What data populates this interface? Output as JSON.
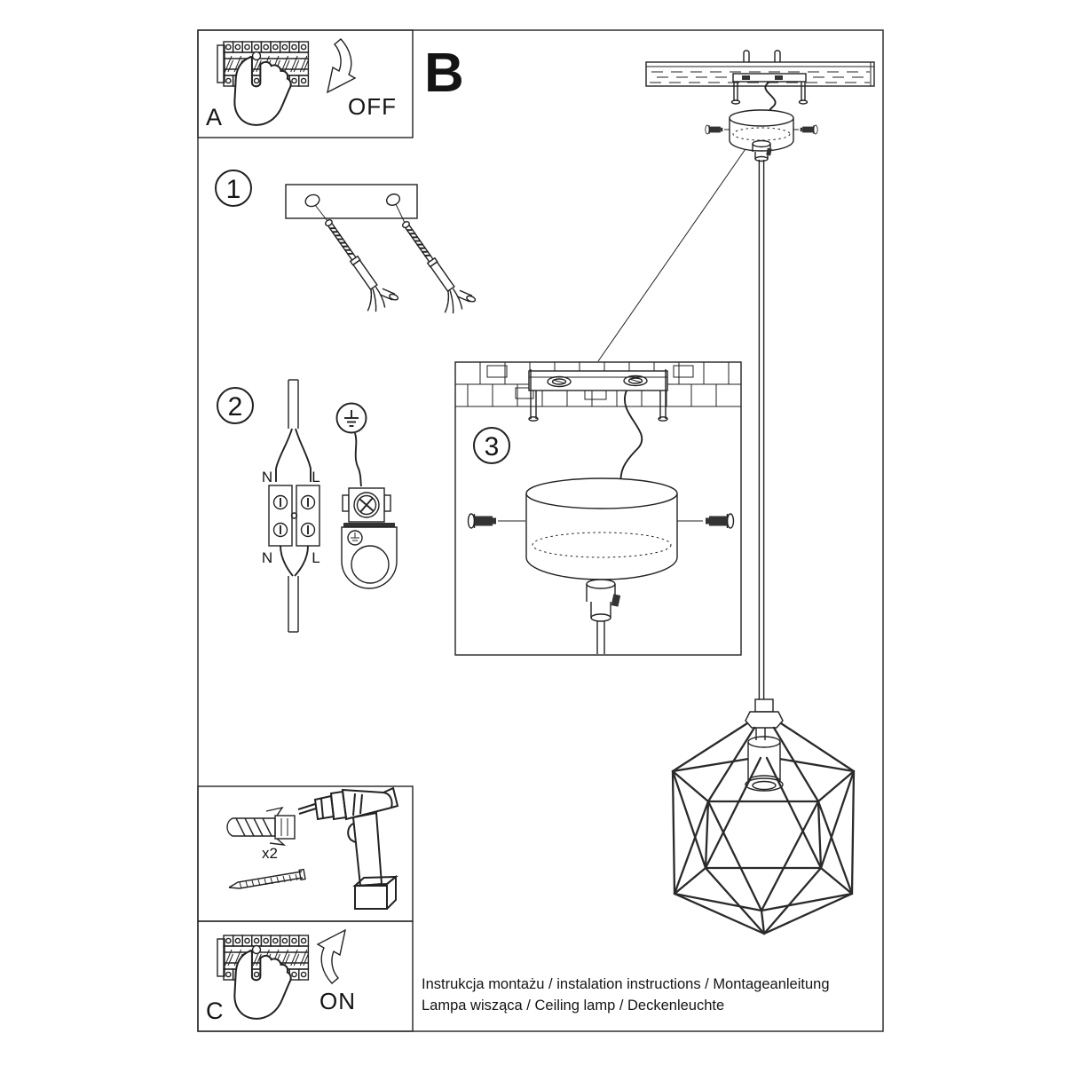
{
  "style": {
    "ink": "#222222",
    "paper": "#ffffff"
  },
  "panel_a": {
    "label": "A",
    "state": "OFF"
  },
  "panel_b": {
    "label": "B"
  },
  "panel_c": {
    "label": "C",
    "state": "ON"
  },
  "steps": {
    "step1": "1",
    "step2": "2",
    "step3": "3"
  },
  "wiring": {
    "top_n": "N",
    "top_l": "L",
    "bottom_n": "N",
    "bottom_l": "L"
  },
  "parts": {
    "anchor_quantity": "x2"
  },
  "footer": {
    "line1": "Instrukcja montażu / instalation instructions / Montageanleitung",
    "line2": "Lampa wisząca / Ceiling lamp  / Deckenleuchte"
  }
}
